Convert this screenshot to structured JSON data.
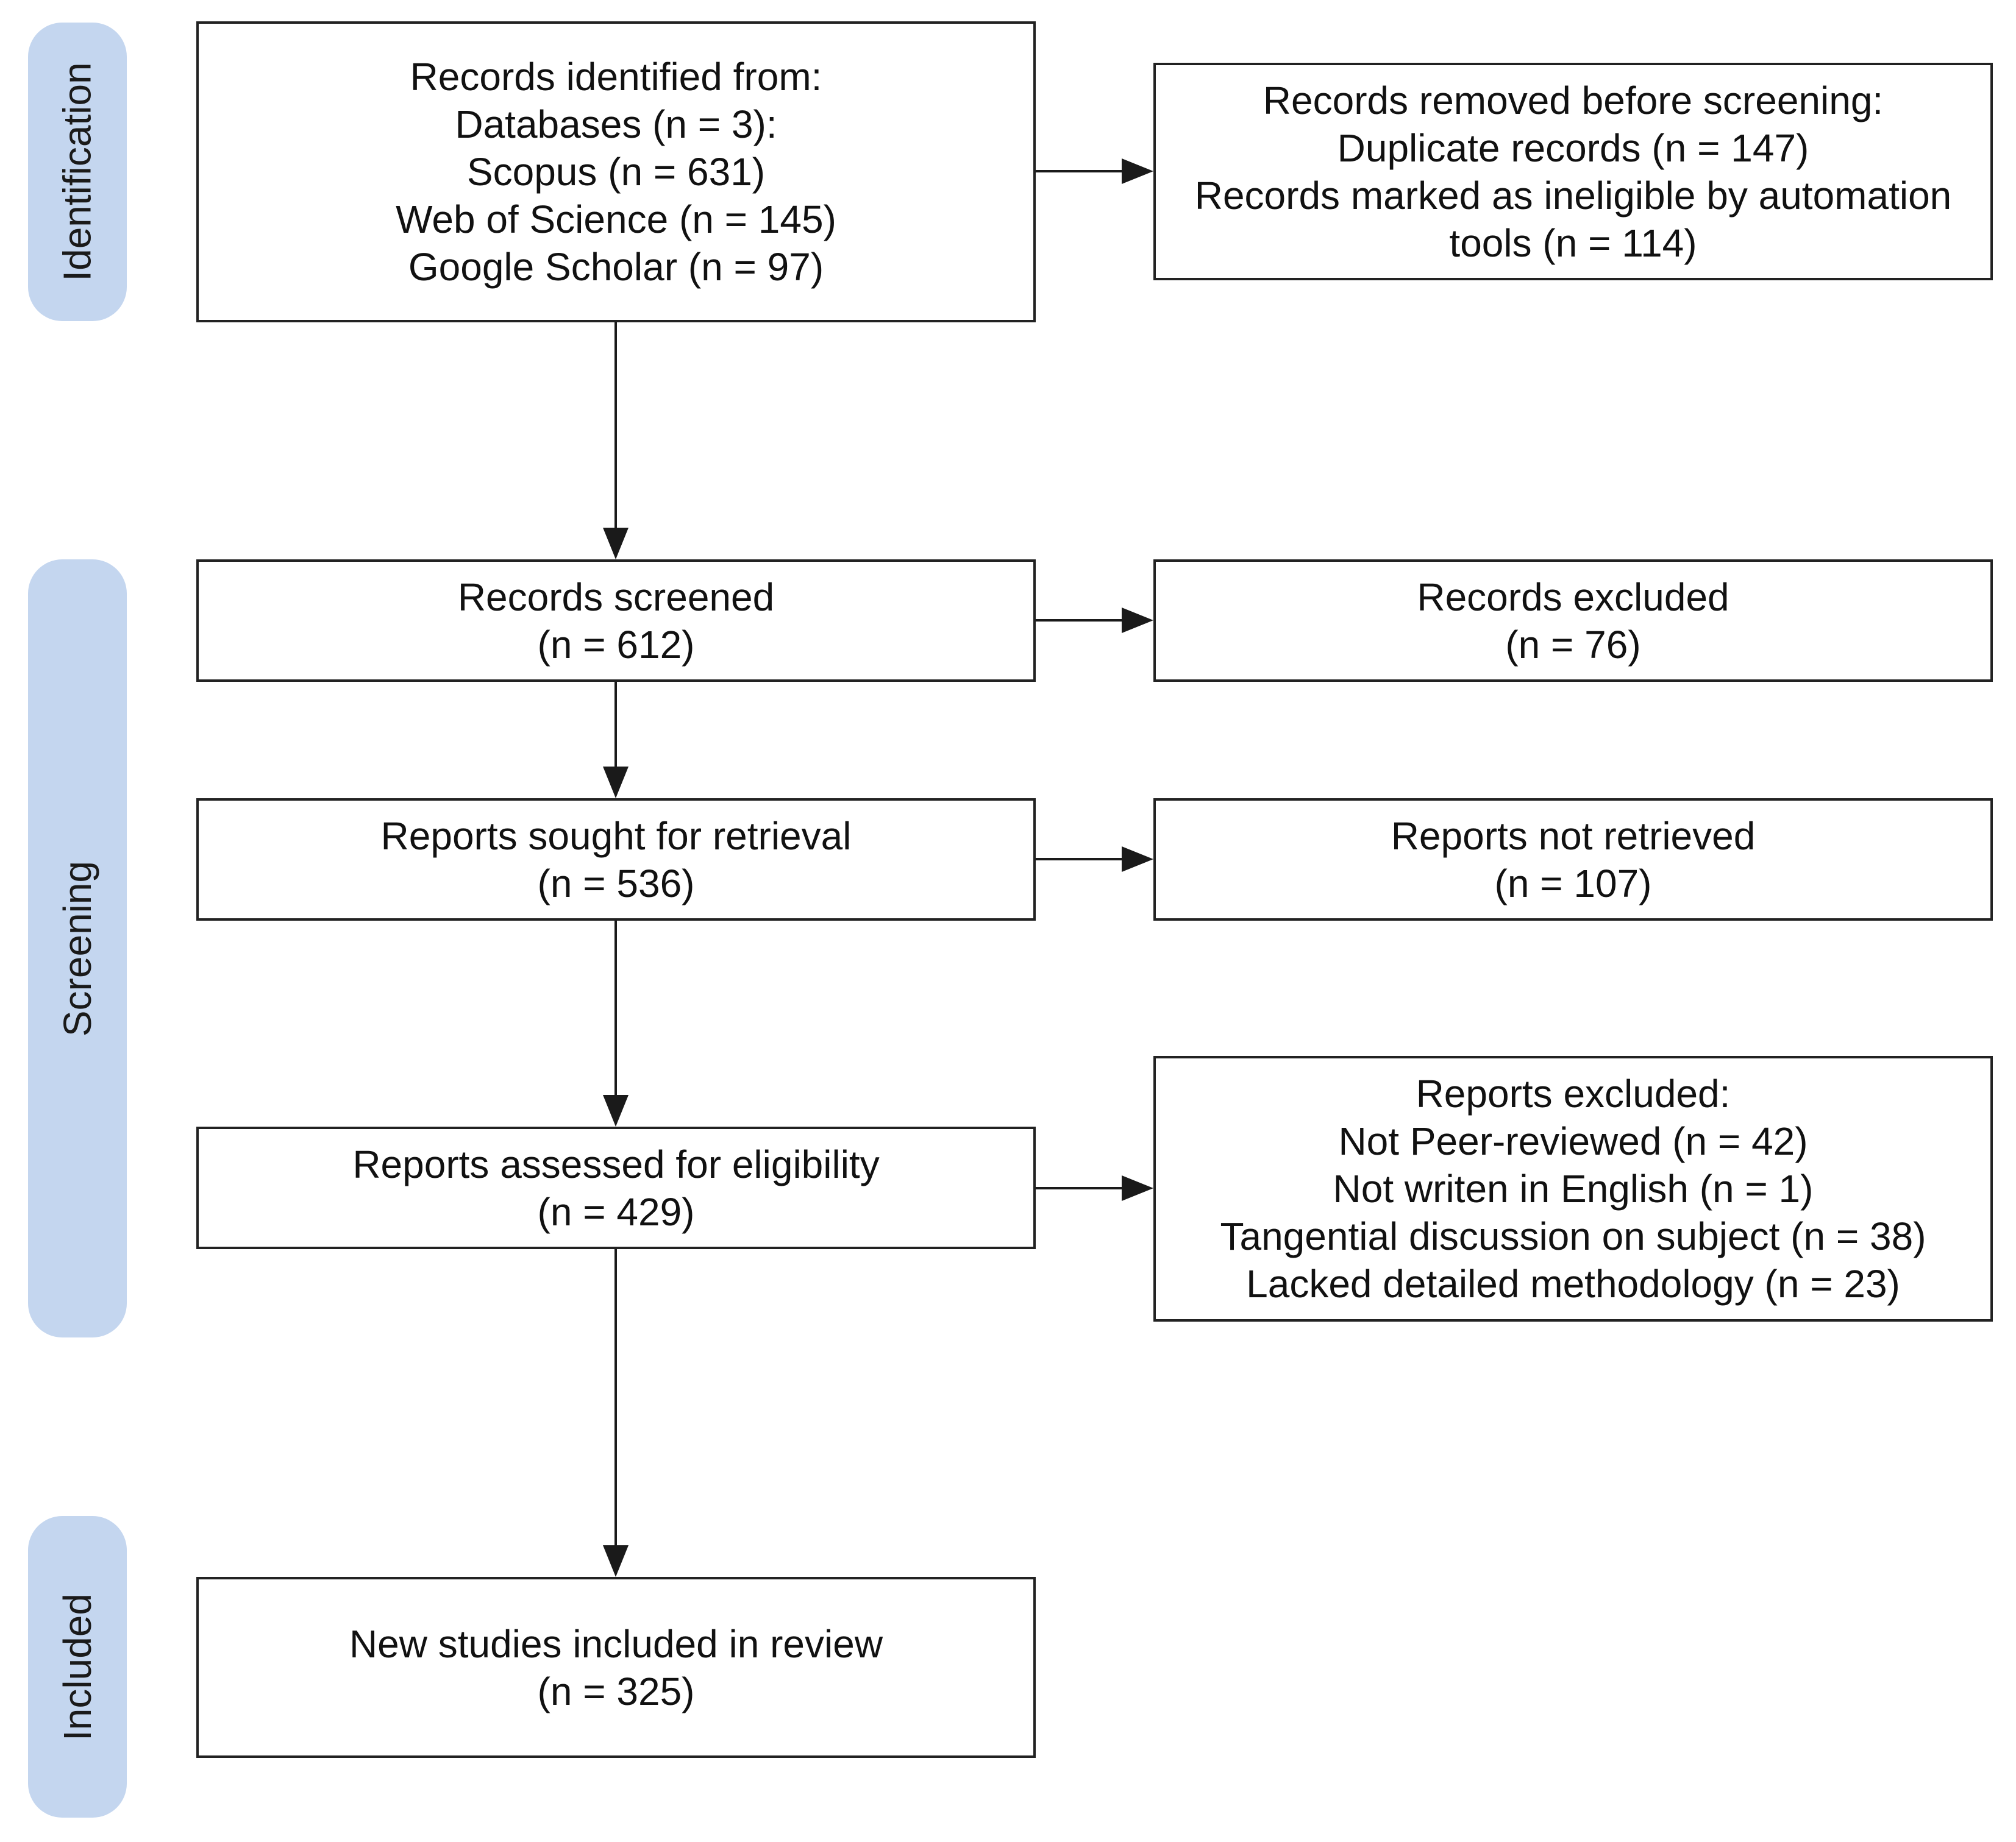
{
  "colors": {
    "phase_fill": "#c4d6ef",
    "box_border": "#222222",
    "arrow": "#1a1a1a"
  },
  "phases": {
    "identification": "Identification",
    "screening": "Screening",
    "included": "Included"
  },
  "boxes": {
    "identified": {
      "lines": [
        "Records identified from:",
        "Databases (n = 3):",
        "Scopus (n = 631)",
        "Web of Science (n = 145)",
        "Google Scholar (n = 97)"
      ]
    },
    "removed": {
      "lines": [
        "Records removed before screening:",
        "Duplicate records (n = 147)",
        "Records marked as ineligible by automation",
        "tools (n = 114)"
      ]
    },
    "screened": {
      "lines": [
        "Records screened",
        "(n = 612)"
      ]
    },
    "excluded": {
      "lines": [
        "Records excluded",
        "(n = 76)"
      ]
    },
    "sought": {
      "lines": [
        "Reports sought for retrieval",
        "(n = 536)"
      ]
    },
    "not_retrieved": {
      "lines": [
        "Reports not retrieved",
        "(n = 107)"
      ]
    },
    "assessed": {
      "lines": [
        "Reports assessed for eligibility",
        "(n = 429)"
      ]
    },
    "reports_excluded": {
      "lines": [
        "Reports excluded:",
        "Not Peer-reviewed (n = 42)",
        "Not writen in English (n = 1)",
        "Tangential discussion on subject (n = 38)",
        "Lacked detailed methodology (n = 23)"
      ]
    },
    "included": {
      "lines": [
        "New studies included in review",
        "(n = 325)"
      ]
    }
  }
}
